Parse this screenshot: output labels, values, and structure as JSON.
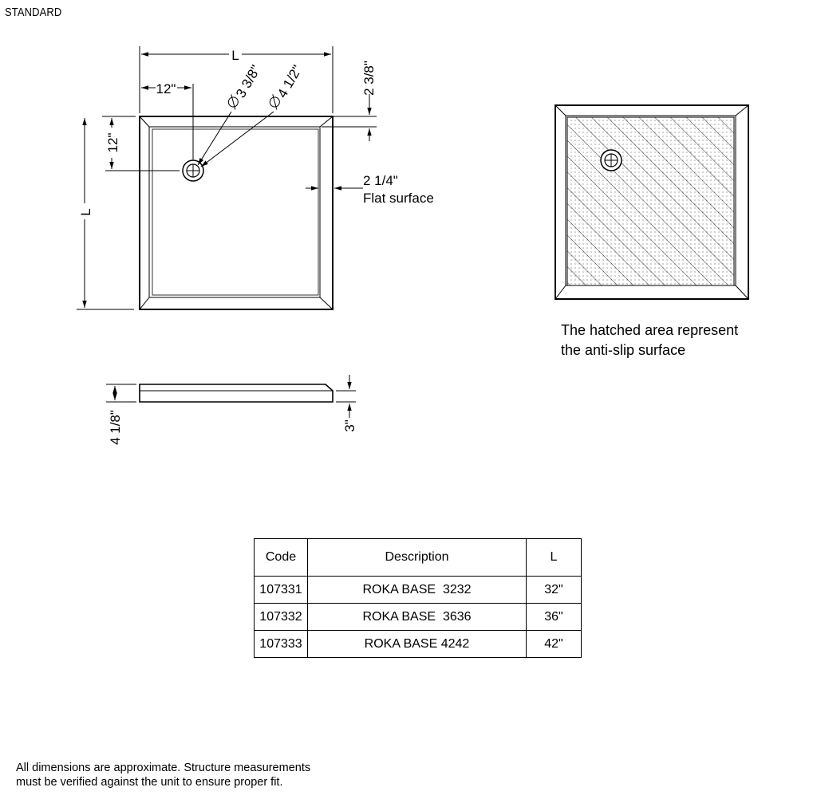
{
  "title": "STANDARD",
  "drawing": {
    "dim_l_top": "L",
    "dim_l_side": "L",
    "dim_12_top": "12\"",
    "dim_12_side": "12\"",
    "dim_diam_drain": "3 3/8\"",
    "dim_diam_outer": "4 1/2\"",
    "dim_2_3_8": "2 3/8\"",
    "dim_2_1_4": "2 1/4\"",
    "flat_surface": "Flat surface",
    "dim_4_1_8": "4 1/8\"",
    "dim_3": "3\""
  },
  "note": {
    "line1": "The hatched area represent",
    "line2": "the anti-slip surface"
  },
  "table": {
    "headers": [
      "Code",
      "Description",
      "L"
    ],
    "rows": [
      [
        "107331",
        "ROKA BASE  3232",
        "32\""
      ],
      [
        "107332",
        "ROKA BASE  3636",
        "36\""
      ],
      [
        "107333",
        "ROKA BASE 4242",
        "42\""
      ]
    ]
  },
  "footer": {
    "line1": "All dimensions are approximate. Structure measurements",
    "line2": "must be verified against the unit to ensure proper fit."
  }
}
